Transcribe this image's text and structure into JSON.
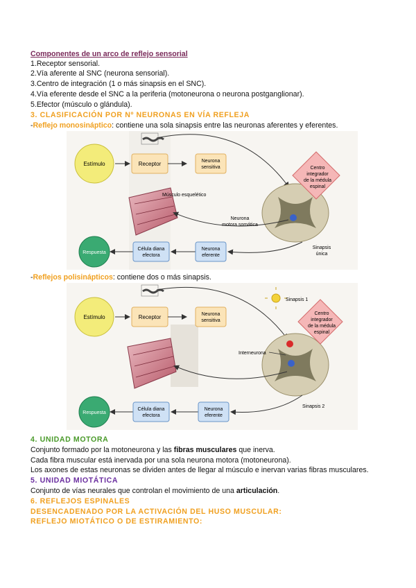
{
  "components": {
    "title": "Componentes de un arco de reflejo sensorial",
    "items": [
      "1.Receptor sensorial.",
      "2.Vía aferente al SNC (neurona sensorial).",
      "3.Centro de integración (1  o más sinapsis en el SNC).",
      "4.Vía eferente desde el SNC a la periferia (motoneurona o neurona postganglionar).",
      "5.Efector (músculo o glándula)."
    ]
  },
  "section3": {
    "heading": "3. CLASIFICACIÓN POR Nº NEURONAS EN VÍA REFLEJA",
    "mono_prefix": "-",
    "mono_term": "Reflejo monosináptico",
    "mono_text": ": contiene una sola sinapsis entre las neuronas aferentes y eferentes.",
    "poly_prefix": "-",
    "poly_term": "Reflejos polisinápticos",
    "poly_text": ": contiene dos o más sinapsis."
  },
  "diagram1": {
    "estimulo": "Estímulo",
    "receptor": "Receptor",
    "neurona_sensitiva_1": "Neurona",
    "neurona_sensitiva_2": "sensitiva",
    "centro_1": "Centro",
    "centro_2": "integrador",
    "centro_3": "de la médula",
    "centro_4": "espinal",
    "musculo": "Músculo esquelético",
    "motora_1": "Neurona",
    "motora_2": "motora somática",
    "respuesta": "Respuesta",
    "celula_1": "Célula diana",
    "celula_2": "efectora",
    "eferente_1": "Neurona",
    "eferente_2": "eferente",
    "sinapsis_1": "Sinapsis",
    "sinapsis_2": "única"
  },
  "diagram2": {
    "estimulo": "Estímulo",
    "receptor": "Receptor",
    "neurona_sensitiva_1": "Neurona",
    "neurona_sensitiva_2": "sensitiva",
    "sinapsis1": "Sinapsis 1",
    "centro_1": "Centro",
    "centro_2": "integrador",
    "centro_3": "de la médula",
    "centro_4": "espinal",
    "interneurona": "Interneurona",
    "sinapsis2": "Sinapsis 2",
    "respuesta": "Respuesta",
    "celula_1": "Célula diana",
    "celula_2": "efectora",
    "eferente_1": "Neurona",
    "eferente_2": "eferente"
  },
  "section4": {
    "heading": "4. UNIDAD MOTORA",
    "l1_a": "Conjunto formado por la motoneurona y las ",
    "l1_b": "fibras musculares",
    "l1_c": " que inerva.",
    "l2": "Cada fibra muscular está inervada por una sola neurona motora (motoneurona).",
    "l3": "Los axones de estas neuronas se dividen antes de llegar al músculo e inervan varias fibras musculares."
  },
  "section5": {
    "heading": "5. UNIDAD MIOTÁTICA",
    "l1_a": "Conjunto de vías neurales que controlan el movimiento de una ",
    "l1_b": "articulación",
    "l1_c": "."
  },
  "section6": {
    "heading": "6. REFLEJOS ESPINALES",
    "sub1": "DESENCADENADO POR LA ACTIVACIÓN DEL HUSO MUSCULAR:",
    "sub2": "REFLEJO MIOTÁTICO O DE ESTIRAMIENTO:"
  },
  "colors": {
    "title": "#7a2a5a",
    "orange": "#f0a020",
    "purple": "#6b2fa0",
    "green": "#4a9a2a",
    "stimulus_fill": "#f3ec7a",
    "box_fill": "#fbe4b8",
    "blue_box": "#cfe1f5",
    "response_fill": "#3aaa72",
    "center_fill": "#f5b7b7"
  }
}
